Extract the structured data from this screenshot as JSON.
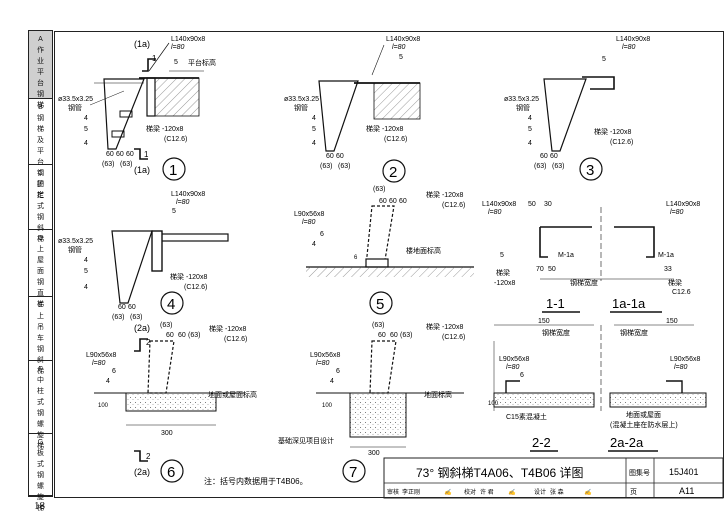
{
  "sidebar": {
    "tabs": [
      {
        "letter": "A",
        "chars": [
          "作",
          "业",
          "平",
          "台",
          "钢",
          "梯"
        ],
        "active": true
      },
      {
        "letter": "B",
        "chars": [
          "钢",
          "梯",
          "及",
          "平",
          "台",
          "钢",
          "护",
          "栏"
        ],
        "active": false
      },
      {
        "letter": "C",
        "chars": [
          "固",
          "定",
          "式",
          "钢",
          "斜",
          "梯"
        ],
        "active": false
      },
      {
        "letter": "D",
        "chars": [
          "上",
          "屋",
          "面",
          "钢",
          "直",
          "梯"
        ],
        "active": false
      },
      {
        "letter": "E",
        "chars": [
          "上",
          "吊",
          "车",
          "钢",
          "斜",
          "梯"
        ],
        "active": false
      },
      {
        "letter": "F",
        "chars": [
          "中",
          "柱",
          "式",
          "钢",
          "螺",
          "旋",
          "梯"
        ],
        "active": false
      },
      {
        "letter": "G",
        "chars": [
          "板",
          "式",
          "钢",
          "螺",
          "旋",
          "梯"
        ],
        "active": false
      }
    ]
  },
  "page_number": "18",
  "labels": {
    "angle1": "L140x90x8",
    "l80": "l=80",
    "platform_level": "平台标高",
    "pipe": "ø33.5x3.25",
    "steel_pipe": "钢管",
    "beam": "梯梁 -120x8",
    "beam_alt": "(C12.6)",
    "dims_60": "60",
    "dims_63": "(63)",
    "floor_level": "楼地面标高",
    "angle2": "L90x56x8",
    "ground_level": "地面或屋面标高",
    "ground_level2": "地面标高",
    "m1a": "M-1a",
    "stair_width": "钢梯宽度",
    "c15": "C15素混凝土",
    "ground_roof": "地面或屋面",
    "concrete_note": "(混凝土座在防水层上)",
    "foundation": "基础深见项目设计",
    "dim_150": "150",
    "dim_300": "300",
    "dim_100": "100",
    "dim_50": "50",
    "dim_30": "30",
    "dim_70": "70",
    "dim_33": "33",
    "dim_6": "6",
    "n5": "5",
    "n6": "6",
    "n4": "4",
    "n1": "1",
    "n2": "2",
    "beam_short": "梯梁",
    "beam_dim": "-120x8",
    "c126": "C12.6",
    "l1a": "(1a)",
    "l2a": "(2a)",
    "s11": "1-1",
    "s1a": "1a-1a",
    "s22": "2-2",
    "s2a": "2a-2a",
    "note": "注：括号内数据用于T4B06。",
    "detail_ids": [
      "1",
      "2",
      "3",
      "4",
      "5",
      "6",
      "7"
    ]
  },
  "title_block": {
    "title": "73° 钢斜梯T4A06、T4B06 详图",
    "atlas_label": "图集号",
    "atlas_no": "15J401",
    "page_label": "页",
    "page_no": "A11",
    "review_label": "审核",
    "review_name": "李正刚",
    "check_label": "校对",
    "check_name": "许 君",
    "design_label": "设计",
    "design_name": "张 森"
  }
}
